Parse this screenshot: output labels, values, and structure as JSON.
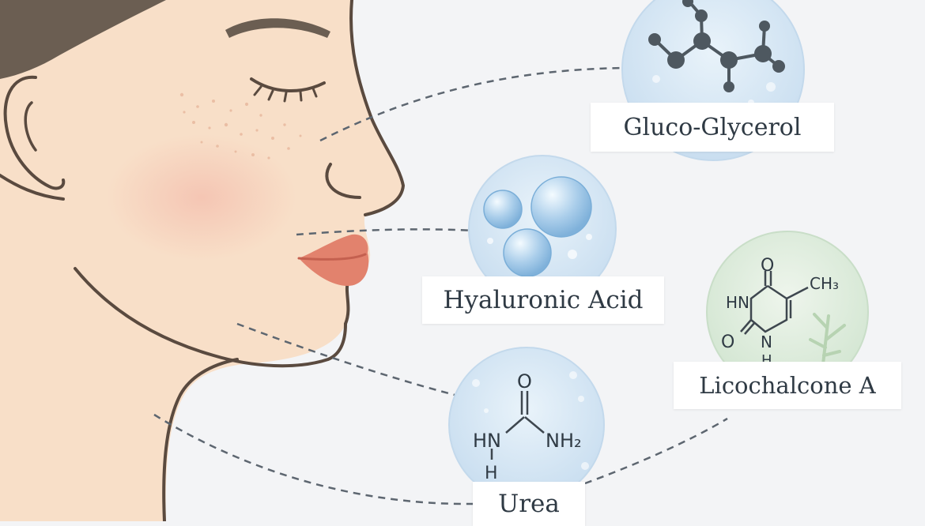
{
  "colors": {
    "background": "#f3f4f6",
    "skin": "#f8dfc8",
    "hair": "#6b5e52",
    "outline": "#5a4a3f",
    "lips": "#e2826d",
    "bubble_blue": "#d6e8f5",
    "bubble_green": "#dcebd9",
    "molecule": "#4e5860",
    "dash_line": "#5d6670"
  },
  "ingredients": {
    "gluco_glycerol": {
      "label": "Gluco-Glycerol",
      "icon": "molecule-ball-stick-icon"
    },
    "hyaluronic_acid": {
      "label": "Hyaluronic Acid",
      "icon": "water-bubbles-icon"
    },
    "licochalcone_a": {
      "label": "Licochalcone A",
      "icon": "ring-structure-icon",
      "atoms": {
        "o_top": "O",
        "hn": "HN",
        "ch3": "CH₃",
        "o_left": "O",
        "nh": "N",
        "h": "H"
      }
    },
    "urea": {
      "label": "Urea",
      "icon": "urea-structure-icon",
      "atoms": {
        "o": "O",
        "hn": "HN",
        "nh2": "NH₂",
        "h": "H"
      }
    }
  }
}
